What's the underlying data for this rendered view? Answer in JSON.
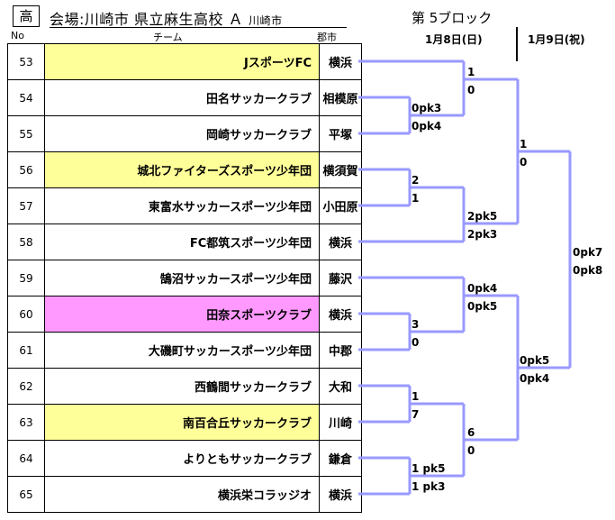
{
  "header": {
    "badge": "高",
    "venue": "会場:川崎市 県立麻生高校 Ａ",
    "venue_city": "川崎市",
    "block": "第 5ブロック",
    "date1": "1月8日(日)",
    "date2": "1月9日(祝)",
    "col_no": "No",
    "col_team": "チーム",
    "col_city": "郡市"
  },
  "line_color": "#9999ff",
  "teams": [
    {
      "no": "53",
      "name": "JスポーツFC",
      "city": "横浜",
      "highlight": "yellow"
    },
    {
      "no": "54",
      "name": "田名サッカークラブ",
      "city": "相模原",
      "highlight": ""
    },
    {
      "no": "55",
      "name": "岡崎サッカークラブ",
      "city": "平塚",
      "highlight": ""
    },
    {
      "no": "56",
      "name": "城北ファイターズスポーツ少年団",
      "city": "横須賀",
      "highlight": "yellow"
    },
    {
      "no": "57",
      "name": "東富水サッカースポーツ少年団",
      "city": "小田原",
      "highlight": ""
    },
    {
      "no": "58",
      "name": "FC都筑スポーツ少年団",
      "city": "横浜",
      "highlight": ""
    },
    {
      "no": "59",
      "name": "鵠沼サッカースポーツ少年団",
      "city": "藤沢",
      "highlight": ""
    },
    {
      "no": "60",
      "name": "田奈スポーツクラブ",
      "city": "横浜",
      "highlight": "pink"
    },
    {
      "no": "61",
      "name": "大磯町サッカースポーツ少年団",
      "city": "中郡",
      "highlight": ""
    },
    {
      "no": "62",
      "name": "西鶴間サッカークラブ",
      "city": "大和",
      "highlight": ""
    },
    {
      "no": "63",
      "name": "南百合丘サッカークラブ",
      "city": "川崎",
      "highlight": "yellow"
    },
    {
      "no": "64",
      "name": "よりともサッカークラブ",
      "city": "鎌倉",
      "highlight": ""
    },
    {
      "no": "65",
      "name": "横浜栄コラッジオ",
      "city": "横浜",
      "highlight": ""
    }
  ],
  "scores": [
    "1",
    "0",
    "0pk3",
    "0pk4",
    "1",
    "0",
    "2",
    "1",
    "2pk5",
    "2pk3",
    "0pk7",
    "0pk8",
    "0pk4",
    "0pk5",
    "3",
    "0",
    "0pk5",
    "0pk4",
    "1",
    "7",
    "6",
    "0",
    "1 pk5",
    "1 pk3"
  ]
}
